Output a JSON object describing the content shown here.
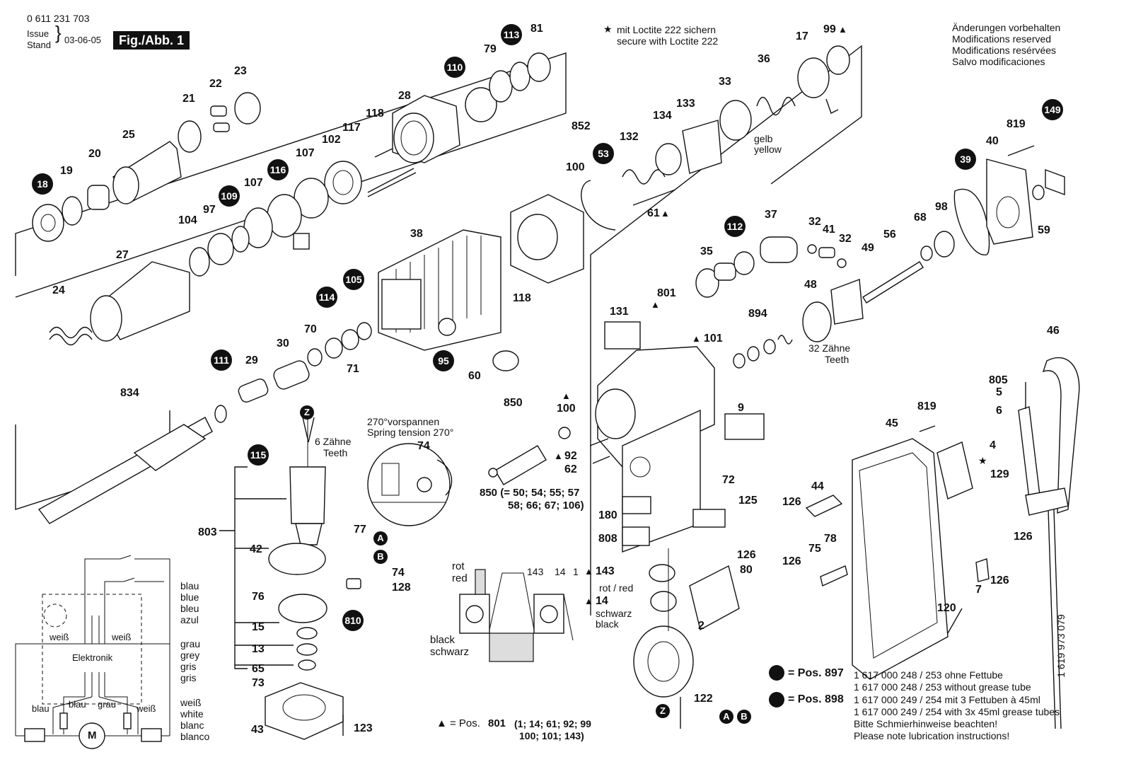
{
  "header": {
    "part_number": "0 611 231 703",
    "issue_label": "Issue",
    "stand_label": "Stand",
    "issue_date": "03-06-05",
    "figure": "Fig./Abb. 1"
  },
  "notes": {
    "loctite_de": "mit Loctite 222 sichern",
    "loctite_en": "secure with Loctite 222",
    "modifications": [
      "Änderungen vorbehalten",
      "Modifications reserved",
      "Modifications resérvées",
      "Salvo modificaciones"
    ],
    "gelb": "gelb",
    "yellow": "yellow",
    "zaehne32_de": "32 Zähne",
    "zaehne32_en": "Teeth",
    "zaehne6_de": "6 Zähne",
    "zaehne6_en": "Teeth",
    "spring_de": "270°vorspannen",
    "spring_en": "Spring tension 270°",
    "pos850_line1": "850 (= 50; 54; 55; 57",
    "pos850_line2": "58; 66; 67; 106)",
    "pos801_prefix": "= Pos.",
    "pos801_num": "801",
    "pos801_line1": "(1; 14; 61; 92; 99",
    "pos801_line2": "100; 101; 143)",
    "doc_code": "1 619 973 079",
    "rot": "rot",
    "red": "red",
    "black": "black",
    "schwarz": "schwarz",
    "rot_red": "rot / red",
    "schwarz2": "schwarz",
    "black2": "black"
  },
  "lubrication": {
    "pos897_label": "= Pos. 897",
    "pos897_line1": "1 617 000 248 / 253 ohne Fettube",
    "pos897_line2": "1 617 000 248 / 253 without grease tube",
    "pos898_label": "= Pos. 898",
    "pos898_line1": "1 617 000 249 / 254 mit 3 Fettuben à 45ml",
    "pos898_line2": "1 617 000 249 / 254 with 3x 45ml grease tubes",
    "hint_de": "Bitte Schmierhinweise beachten!",
    "hint_en": "Please note lubrication instructions!"
  },
  "wiring": {
    "colors1": [
      "blau",
      "blue",
      "bleu",
      "azul"
    ],
    "colors2": [
      "grau",
      "grey",
      "gris",
      "gris"
    ],
    "colors3": [
      "weiß",
      "white",
      "blanc",
      "blanco"
    ],
    "weiss_left": "weiß",
    "weiss_right": "weiß",
    "elektronik": "Elektronik",
    "blau_a": "blau",
    "blau_b": "blau",
    "grau": "grau",
    "weiss_c": "weiß",
    "motor": "M"
  },
  "callouts": {
    "c18": "18",
    "c19": "19",
    "c20": "20",
    "c25": "25",
    "c21": "21",
    "c22": "22",
    "c23": "23",
    "c28": "28",
    "c110": "110",
    "c79": "79",
    "c113": "113",
    "c81": "81",
    "c118a": "118",
    "c117": "117",
    "c102": "102",
    "c107a": "107",
    "c116": "116",
    "c107b": "107",
    "c109": "109",
    "c97": "97",
    "c104": "104",
    "c27": "27",
    "c24": "24",
    "c38": "38",
    "c118b": "118",
    "c105": "105",
    "c114": "114",
    "c70": "70",
    "c30": "30",
    "c29": "29",
    "c111": "111",
    "c71": "71",
    "c95": "95",
    "c60": "60",
    "c834": "834",
    "c852": "852",
    "c100a": "100",
    "c53": "53",
    "c132": "132",
    "c134": "134",
    "c133": "133",
    "c33": "33",
    "c36": "36",
    "c17": "17",
    "c99": "99",
    "c61": "61",
    "c131": "131",
    "c801": "801",
    "c101": "101",
    "c894": "894",
    "c112": "112",
    "c37": "37",
    "c35": "35",
    "c32a": "32",
    "c41": "41",
    "c32b": "32",
    "c49": "49",
    "c48": "48",
    "c56": "56",
    "c68": "68",
    "c98": "98",
    "c39": "39",
    "c40": "40",
    "c819a": "819",
    "c149": "149",
    "c59": "59",
    "c9": "9",
    "c850": "850",
    "c100b": "100",
    "c92": "92",
    "c62": "62",
    "c72": "72",
    "c125": "125",
    "c180": "180",
    "c808": "808",
    "c143": "143",
    "c14": "14",
    "c126a": "126",
    "c80": "80",
    "c2": "2",
    "c122": "122",
    "c46": "46",
    "c805": "805",
    "c5": "5",
    "c6": "6",
    "c819b": "819",
    "c45": "45",
    "c4": "4",
    "c129": "129",
    "c44": "44",
    "c126b": "126",
    "c126c": "126",
    "c126d": "126",
    "c78": "78",
    "c75": "75",
    "c120": "120",
    "c7": "7",
    "c126e": "126",
    "c115": "115",
    "c803": "803",
    "c77": "77",
    "c42": "42",
    "c74a": "74",
    "c128": "128",
    "c76": "76",
    "c810": "810",
    "c15": "15",
    "c13": "13",
    "c65": "65",
    "c73": "73",
    "c43": "43",
    "c123": "123",
    "c74b": "74",
    "c143b": "143",
    "c14b": "14",
    "c1": "1",
    "Z": "Z",
    "A": "A",
    "B": "B"
  }
}
